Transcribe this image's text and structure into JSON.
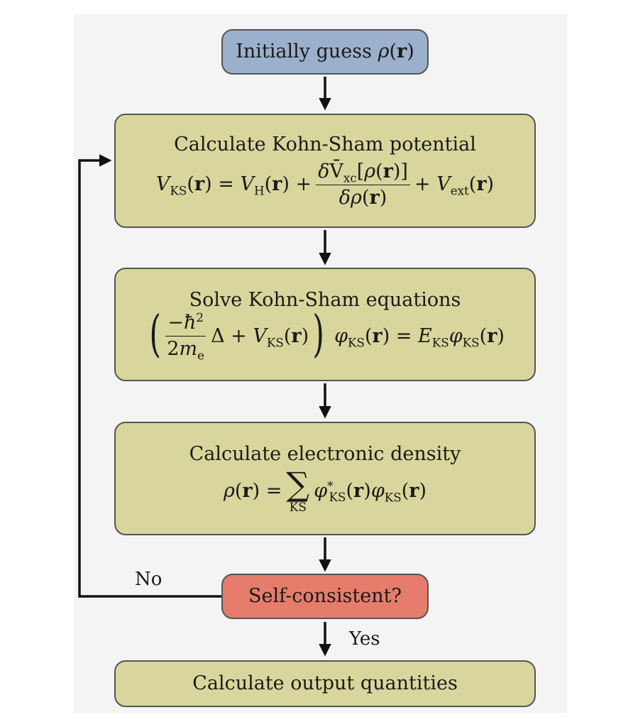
{
  "flowchart": {
    "start": {
      "text": "Initially guess ρ(r)"
    },
    "potential": {
      "title": "Calculate Kohn-Sham potential",
      "equation": "V_KS(r) = V_H(r) + δV̄_xc[ρ(r)]/δρ(r) + V_ext(r)"
    },
    "equations": {
      "title": "Solve Kohn-Sham equations",
      "equation": "(−ħ²/2m_e Δ + V_KS(r)) φ_KS(r) = E_KS φ_KS(r)"
    },
    "density": {
      "title": "Calculate electronic density",
      "equation": "ρ(r) = Σ_KS φ*_KS(r) φ_KS(r)"
    },
    "decision": {
      "text": "Self-consistent?"
    },
    "output": {
      "text": "Calculate output quantities"
    },
    "labels": {
      "no": "No",
      "yes": "Yes"
    }
  },
  "colors": {
    "start": "#9bb0cc",
    "process": "#d8d69c",
    "decision": "#e67c6c",
    "border": "#555555",
    "arrow": "#111111"
  }
}
